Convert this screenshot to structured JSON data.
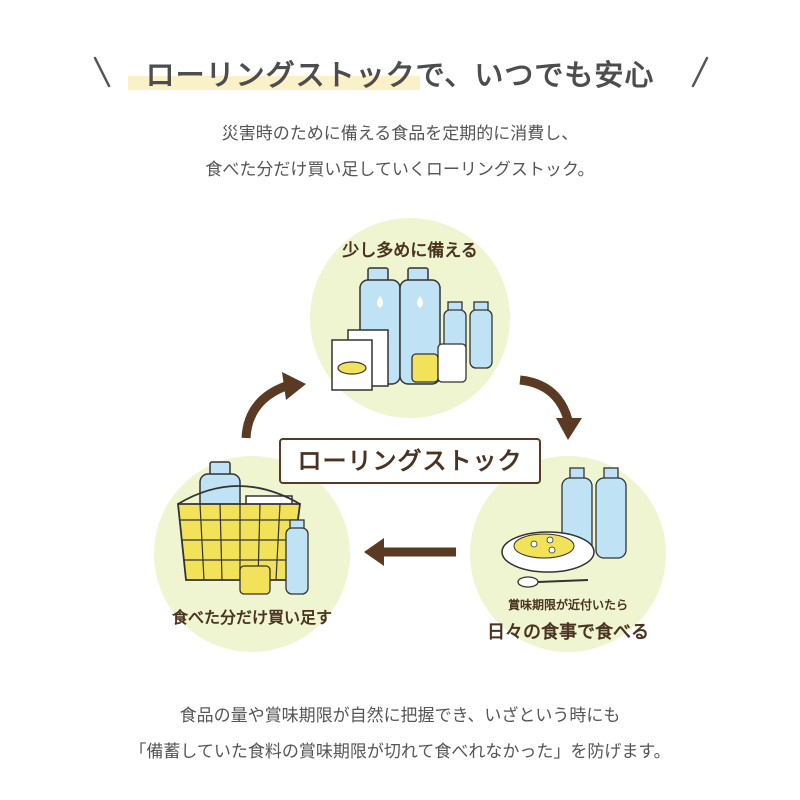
{
  "heading": {
    "title": "ローリングストックで、いつでも安心"
  },
  "intro": {
    "line1": "災害時のために備える食品を定期的に消費し、",
    "line2": "食べた分だけ買い足していくローリングストック。"
  },
  "cycle": {
    "center_label": "ローリングストック",
    "step_top": "少し多めに備える",
    "step_right_note": "賞味期限が近付いたら",
    "step_right": "日々の食事で食べる",
    "step_left": "食べた分だけ買い足す"
  },
  "outro": {
    "line1": "食品の量や賞味期限が自然に把握でき、いざという時にも",
    "line2": "「備蓄していた食料の賞味期限が切れて食べれなかった」を防げます。"
  },
  "colors": {
    "accent_highlight": "#fbf1c8",
    "circle_fill": "#eef5d0",
    "arrow": "#5a3a22",
    "water_blue": "#bfe3f5",
    "basket_yellow": "#f2e25a"
  },
  "icons": [
    "slash-left-icon",
    "slash-right-icon",
    "water-bottle-icon",
    "retort-pouch-icon",
    "canned-food-icon",
    "shopping-basket-icon",
    "curry-rice-icon",
    "spoon-icon",
    "cycle-arrow-icon"
  ]
}
